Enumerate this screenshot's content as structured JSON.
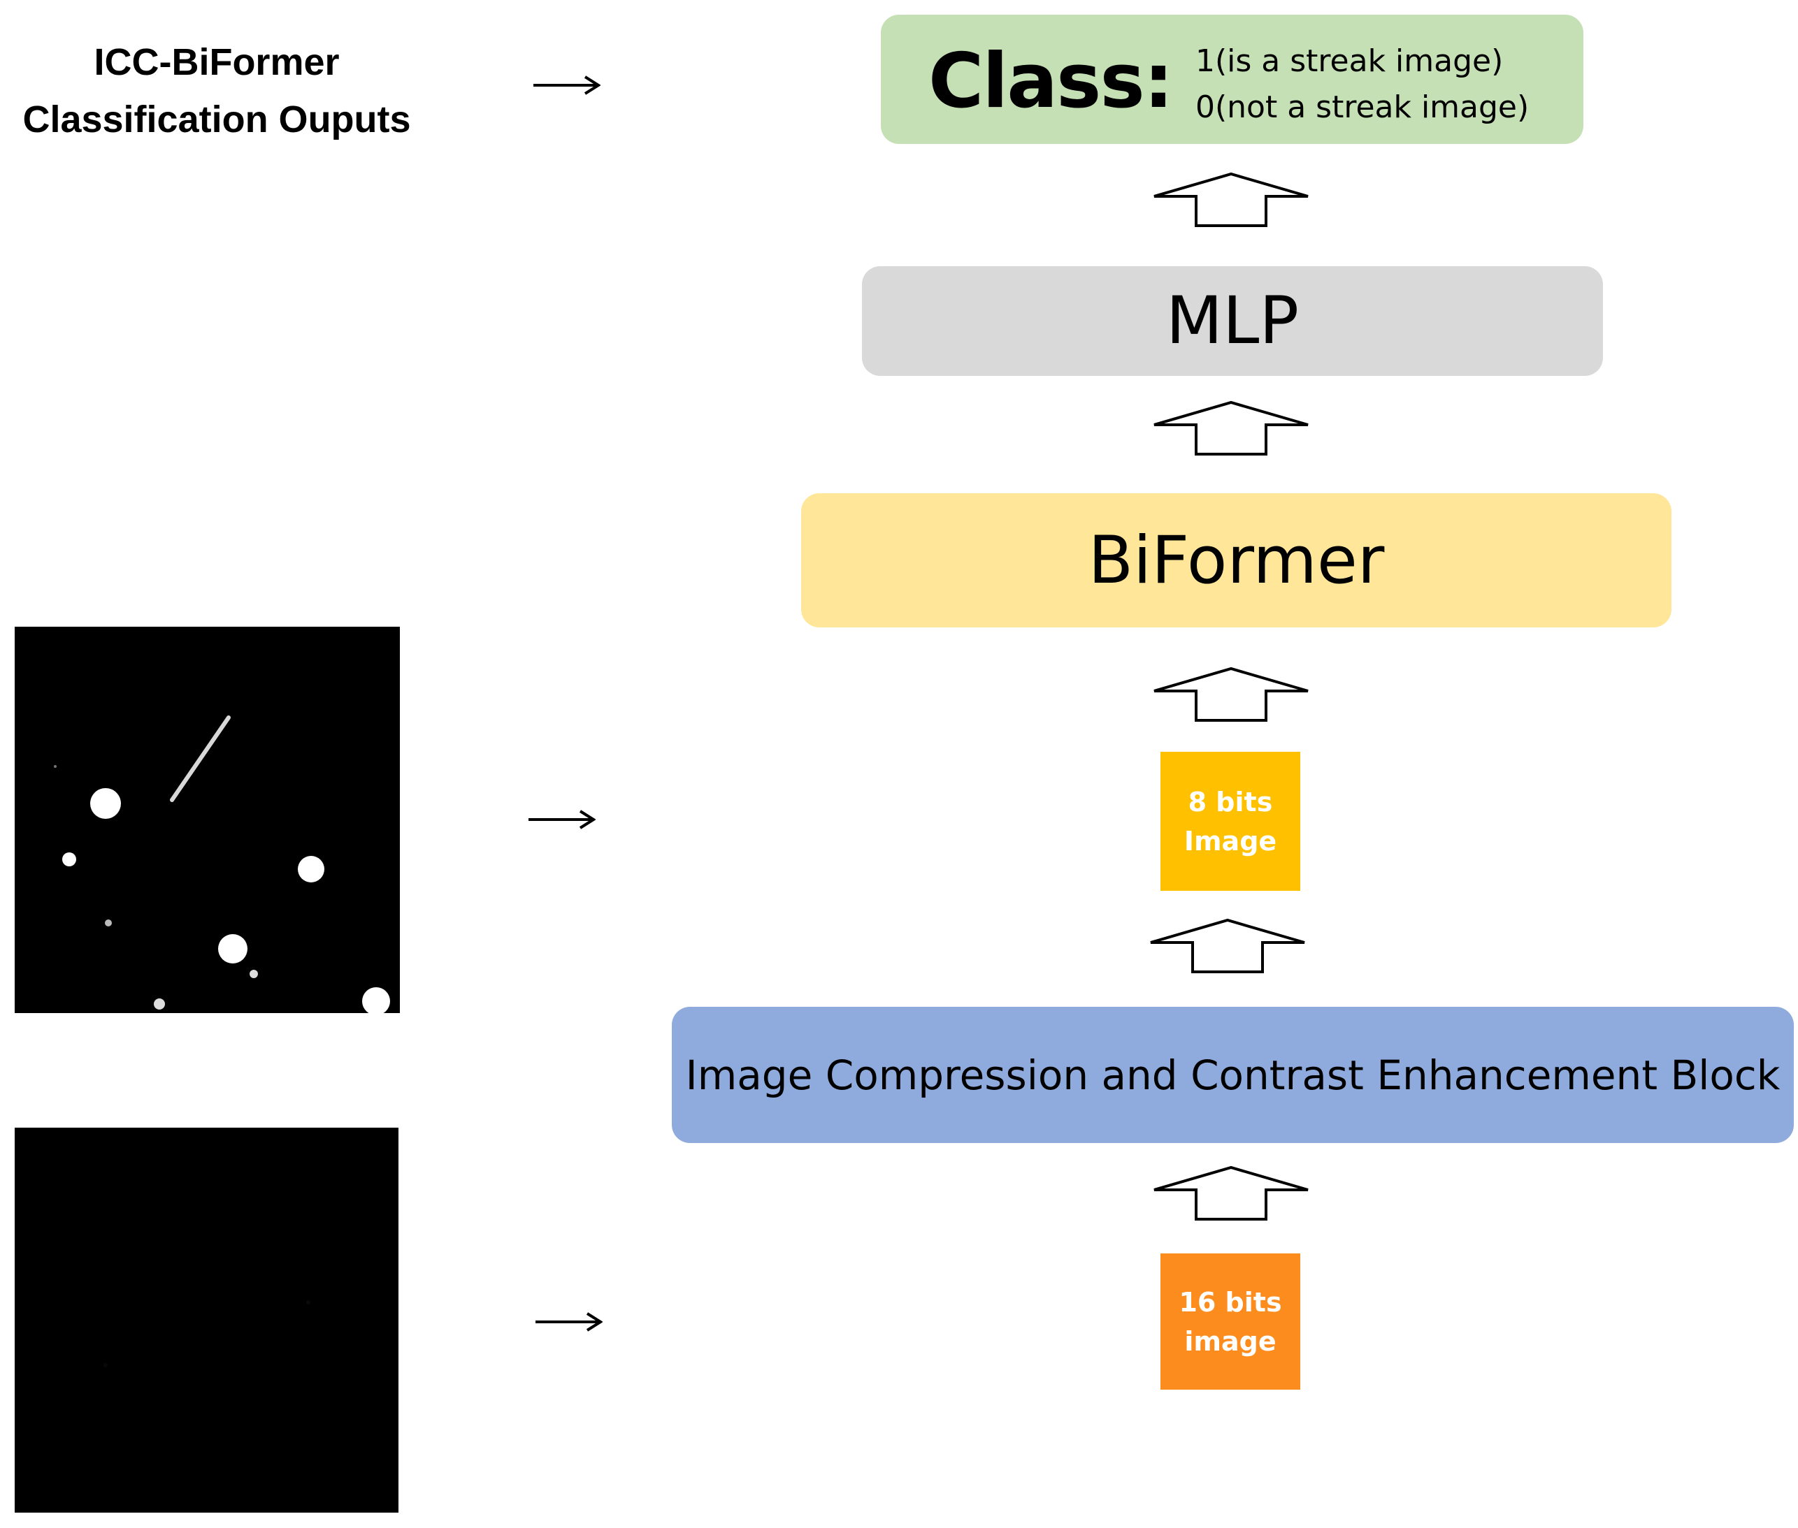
{
  "left_title": {
    "line1": "ICC-BiFormer",
    "line2": "Classification Ouputs"
  },
  "class_block": {
    "label": "Class:",
    "option1": "1(is a streak image)",
    "option2": "0(not a streak image)",
    "color": "#c5e0b4"
  },
  "mlp_block": {
    "label": "MLP",
    "color": "#d9d9d9"
  },
  "biformer_block": {
    "label": "BiFormer",
    "color": "#ffe699"
  },
  "bit8_chip": {
    "line1": "8 bits",
    "line2": "Image",
    "color": "#ffc000"
  },
  "icce_block": {
    "label": "Image Compression and Contrast Enhancement Block",
    "color": "#8faadc"
  },
  "bit16_chip": {
    "line1": "16 bits",
    "line2": "image",
    "color": "#fd8c1e"
  },
  "images": {
    "enhanced_image": "streak image with stars (8-bit enhanced)",
    "raw_image": "dark raw image (16-bit)"
  }
}
